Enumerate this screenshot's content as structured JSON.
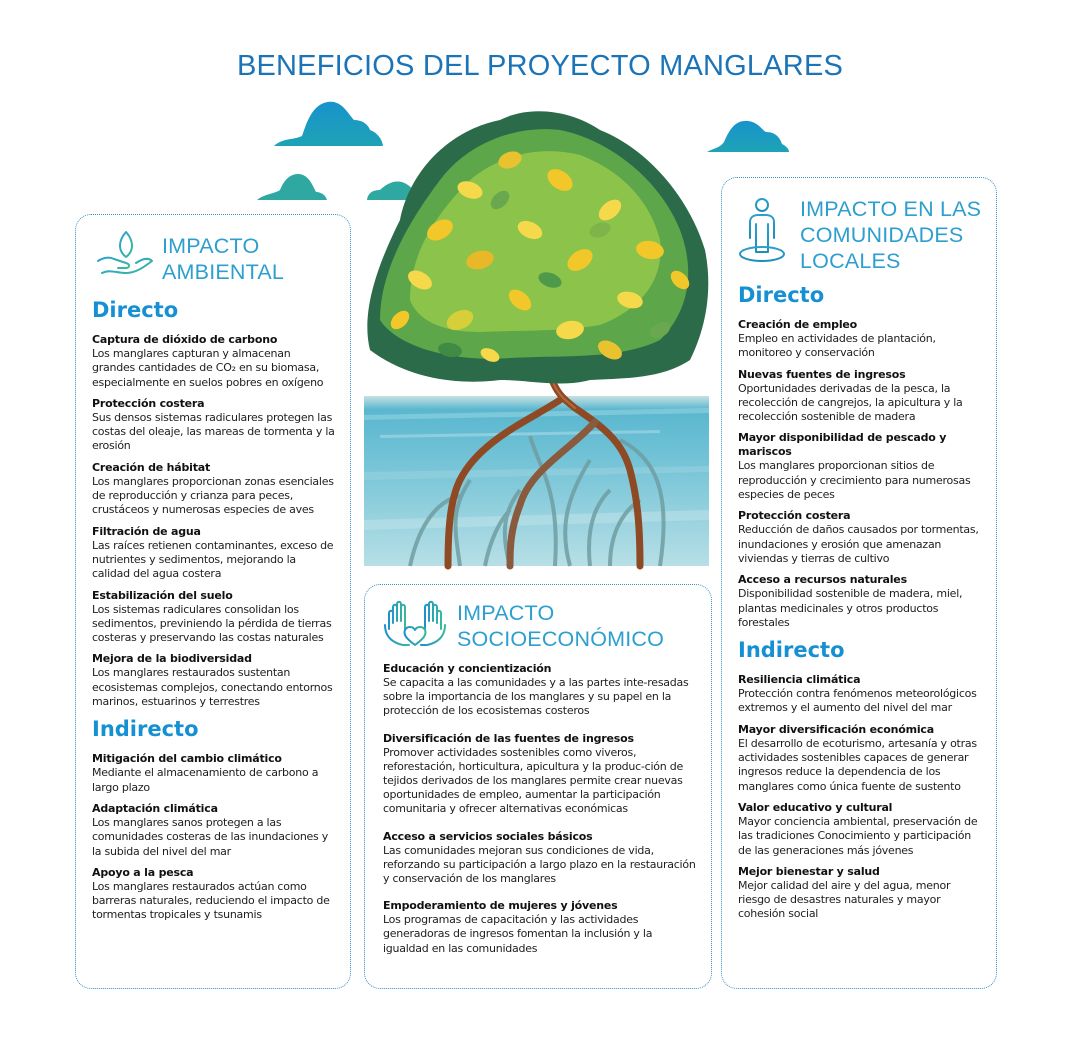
{
  "page": {
    "title": "BENEFICIOS DEL PROYECTO MANGLARES"
  },
  "colors": {
    "title": "#1b74b8",
    "card_title": "#2d9fcf",
    "section_heading": "#1590d2",
    "card_border": "#3a8fbf",
    "cloud_blue": "#1a96c8",
    "cloud_teal": "#2ea8a0",
    "water": "#6fc3d6",
    "trunk": "#8e4a24"
  },
  "illustration": {
    "icon": "mangrove-tree-illustration"
  },
  "environmental": {
    "icon": "hand-sprout-icon",
    "title_line1": "IMPACTO",
    "title_line2": "AMBIENTAL",
    "direct_heading": "Directo",
    "direct": [
      {
        "title": "Captura de dióxido de carbono",
        "desc": "Los manglares capturan y almacenan grandes cantidades de CO₂ en su biomasa, especialmente en suelos pobres en oxígeno"
      },
      {
        "title": "Protección costera",
        "desc": "Sus densos sistemas radiculares protegen las costas del oleaje, las mareas de tormenta y la erosión"
      },
      {
        "title": "Creación de hábitat",
        "desc": "Los manglares proporcionan zonas esenciales de reproducción y crianza para peces, crustáceos y numerosas especies de aves"
      },
      {
        "title": "Filtración de agua",
        "desc": "Las raíces retienen contaminantes, exceso de nutrientes y sedimentos, mejorando la calidad del agua costera"
      },
      {
        "title": "Estabilización del suelo",
        "desc": "Los sistemas radiculares consolidan los sedimentos, previniendo la pérdida de tierras costeras y preservando las costas naturales"
      },
      {
        "title": "Mejora de la biodiversidad",
        "desc": "Los manglares restaurados sustentan ecosistemas complejos, conectando entornos marinos, estuarinos y terrestres"
      }
    ],
    "indirect_heading": "Indirecto",
    "indirect": [
      {
        "title": "Mitigación del cambio climático",
        "desc": "Mediante el almacenamiento de carbono a largo plazo"
      },
      {
        "title": "Adaptación climática",
        "desc": "Los manglares sanos protegen a las comunidades costeras de las inundaciones y la subida del nivel del mar"
      },
      {
        "title": "Apoyo a la pesca",
        "desc": "Los manglares restaurados actúan como barreras naturales, reduciendo el impacto de tormentas tropicales y tsunamis"
      }
    ]
  },
  "socioeconomic": {
    "icon": "hands-heart-icon",
    "title_line1": "IMPACTO",
    "title_line2": "SOCIOECONÓMICO",
    "items": [
      {
        "title": "Educación y concientización",
        "desc": "Se capacita a las comunidades y a las partes inte-resadas sobre la importancia de los manglares y su papel en la protección de los ecosistemas costeros"
      },
      {
        "title": "Diversificación de las fuentes de ingresos",
        "desc": "Promover actividades sostenibles como viveros, reforestación, horticultura, apicultura y la produc-ción de tejidos derivados de los manglares permite crear nuevas oportunidades de empleo, aumentar la participación comunitaria y ofrecer alternativas económicas"
      },
      {
        "title": "Acceso a servicios sociales básicos",
        "desc": "Las comunidades mejoran sus condiciones de vida, reforzando su participación a largo plazo en la restauración y conservación de los manglares"
      },
      {
        "title": "Empoderamiento de mujeres y jóvenes",
        "desc": "Los programas de capacitación y las actividades generadoras de ingresos fomentan la inclusión y la igualdad en las comunidades"
      }
    ]
  },
  "communities": {
    "icon": "person-standing-icon",
    "title_line1": "IMPACTO EN LAS",
    "title_line2": "COMUNIDADES",
    "title_line3": "LOCALES",
    "direct_heading": "Directo",
    "direct": [
      {
        "title": "Creación de empleo",
        "desc": "Empleo en actividades de plantación, monitoreo y conservación"
      },
      {
        "title": "Nuevas fuentes de ingresos",
        "desc": "Oportunidades derivadas de la pesca, la recolección de cangrejos, la apicultura y la recolección sostenible de madera"
      },
      {
        "title": "Mayor disponibilidad de pescado y mariscos",
        "desc": "Los manglares proporcionan sitios de reproducción y crecimiento para numerosas especies de peces"
      },
      {
        "title": "Protección costera",
        "desc": "Reducción de daños causados por tormentas, inundaciones y erosión que amenazan viviendas y tierras de cultivo"
      },
      {
        "title": "Acceso a recursos naturales",
        "desc": "Disponibilidad sostenible de madera, miel, plantas medicinales y otros productos forestales"
      }
    ],
    "indirect_heading": "Indirecto",
    "indirect": [
      {
        "title": "Resiliencia climática",
        "desc": "Protección contra fenómenos meteorológicos extremos y el aumento del nivel del mar"
      },
      {
        "title": "Mayor diversificación económica",
        "desc": "El desarrollo de ecoturismo, artesanía y otras actividades sostenibles capaces de generar ingresos reduce la dependencia de los manglares como única fuente de sustento"
      },
      {
        "title": "Valor educativo y cultural",
        "desc": "Mayor conciencia ambiental, preservación de las tradiciones Conocimiento y participación de las generaciones más jóvenes"
      },
      {
        "title": "Mejor bienestar y salud",
        "desc": "Mejor calidad del aire y del agua, menor riesgo de desastres naturales y mayor cohesión social"
      }
    ]
  }
}
